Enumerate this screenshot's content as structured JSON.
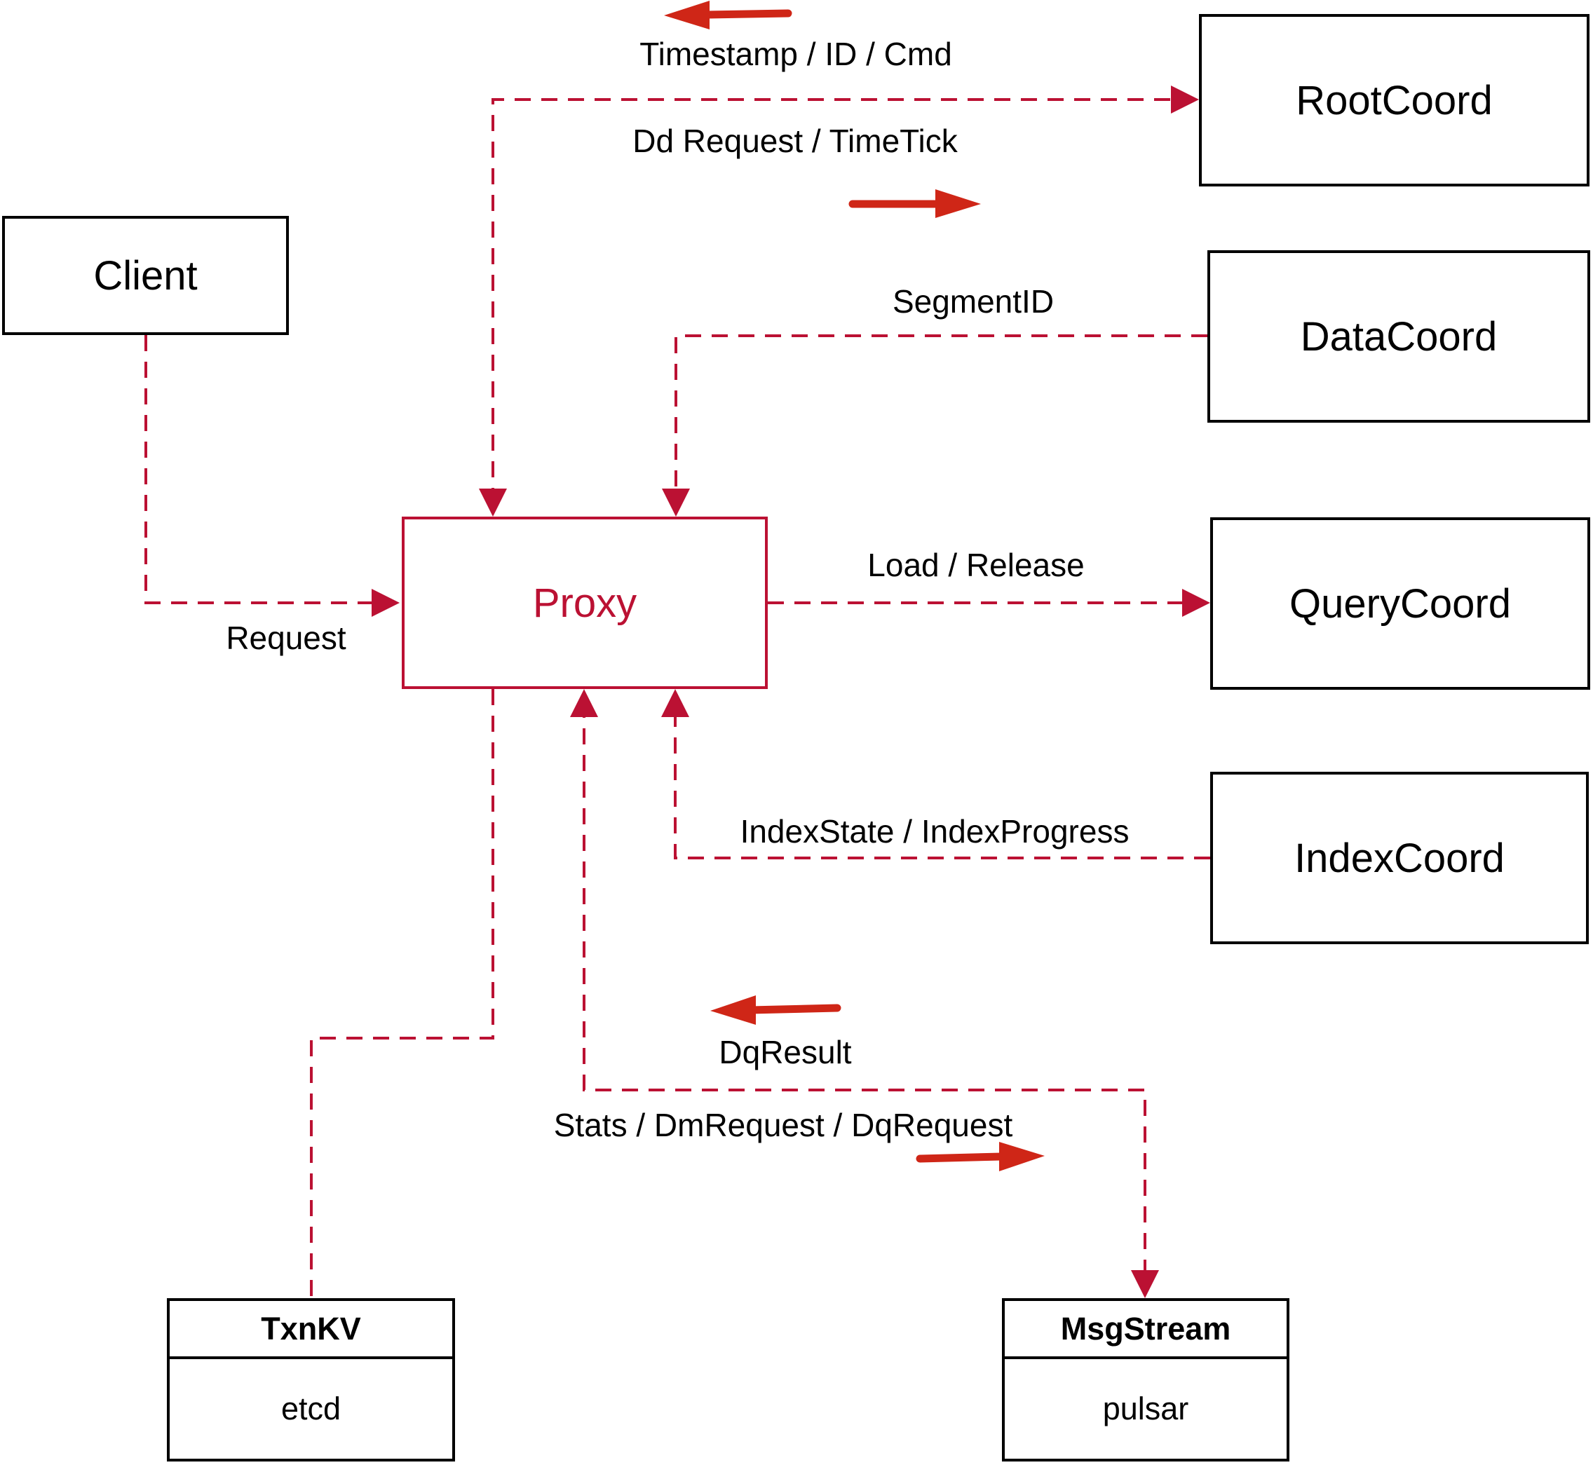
{
  "diagram": {
    "nodes": {
      "client": {
        "label": "Client"
      },
      "rootcoord": {
        "label": "RootCoord"
      },
      "datacoord": {
        "label": "DataCoord"
      },
      "querycoord": {
        "label": "QueryCoord"
      },
      "indexcoord": {
        "label": "IndexCoord"
      },
      "proxy": {
        "label": "Proxy"
      },
      "txnkv": {
        "title": "TxnKV",
        "subtitle": "etcd"
      },
      "msgstream": {
        "title": "MsgStream",
        "subtitle": "pulsar"
      }
    },
    "edge_labels": {
      "timestamp": "Timestamp / ID / Cmd",
      "dd_request": "Dd Request / TimeTick",
      "segment_id": "SegmentID",
      "load_release": "Load / Release",
      "index_state": "IndexState / IndexProgress",
      "request": "Request",
      "dq_result": "DqResult",
      "stats": "Stats / DmRequest / DqRequest"
    },
    "colors": {
      "dashed_line": "#bb1133",
      "solid_arrow": "#cf2617",
      "box_border": "#000000",
      "proxy_accent": "#bb1133"
    }
  }
}
